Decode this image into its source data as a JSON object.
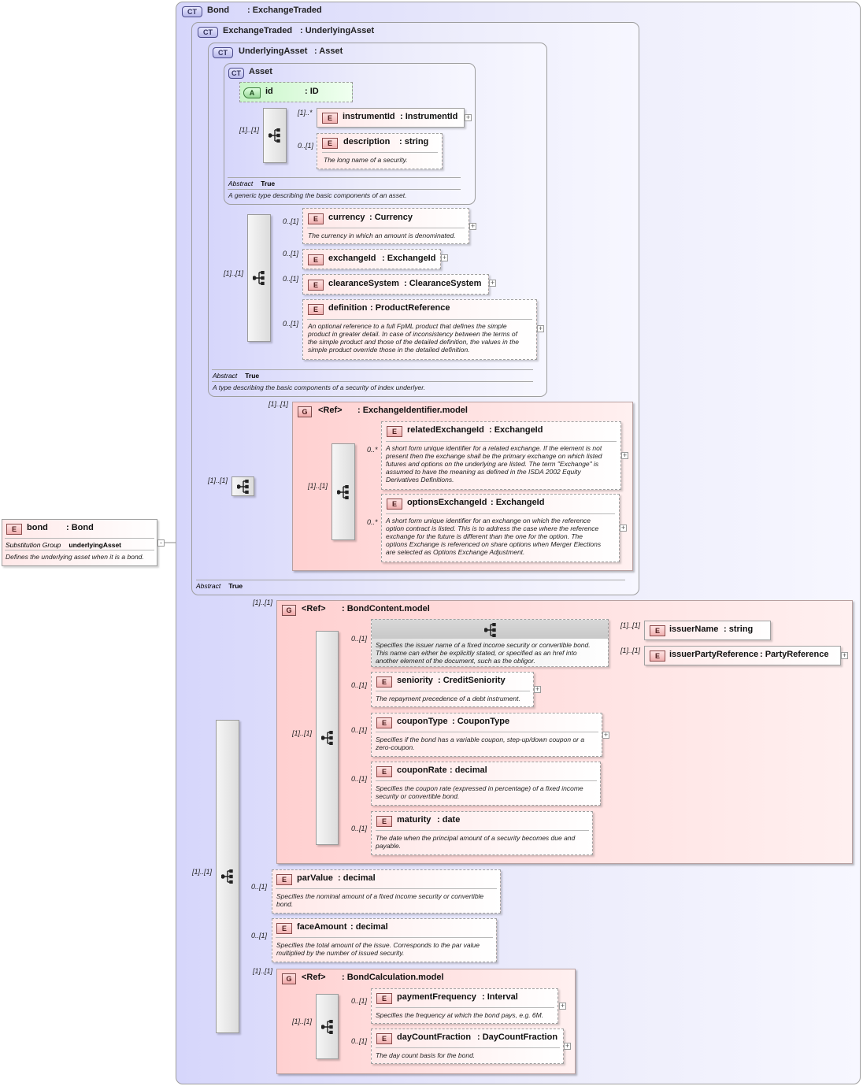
{
  "bond_ct": {
    "badge": "CT",
    "title": "Bond",
    "type": ": ExchangeTraded"
  },
  "exchange_traded_ct": {
    "badge": "CT",
    "title": "ExchangeTraded",
    "type": ": UnderlyingAsset"
  },
  "underlying_asset_ct": {
    "badge": "CT",
    "title": "UnderlyingAsset",
    "type": ": Asset"
  },
  "asset_ct": {
    "badge": "CT",
    "title": "Asset"
  },
  "attr_id": {
    "badge": "A",
    "name": "id",
    "type": ": ID"
  },
  "asset_seq_card": "[1]..[1]",
  "instrument_id": {
    "badge": "E",
    "card": "[1]..*",
    "name": "instrumentId",
    "type": ": InstrumentId"
  },
  "description": {
    "badge": "E",
    "card": "0..[1]",
    "name": "description",
    "type": ": string",
    "doc": "The long name of a security."
  },
  "asset_abstract": {
    "label": "Abstract",
    "value": "True"
  },
  "asset_doc": "A generic type describing the basic components of an asset.",
  "ua_seq_card": "[1]..[1]",
  "currency": {
    "badge": "E",
    "card": "0..[1]",
    "name": "currency",
    "type": ": Currency",
    "doc": "The currency in which an amount is denominated."
  },
  "exchange_id": {
    "badge": "E",
    "card": "0..[1]",
    "name": "exchangeId",
    "type": ": ExchangeId"
  },
  "clearance_system": {
    "badge": "E",
    "card": "0..[1]",
    "name": "clearanceSystem",
    "type": ": ClearanceSystem"
  },
  "definition": {
    "badge": "E",
    "card": "0..[1]",
    "name": "definition",
    "type": ": ProductReference",
    "doc": [
      "An optional reference to a full FpML product that defines the simple",
      "product in greater detail. In case of inconsistency between the terms of",
      "the simple product and those of the detailed definition, the values in the",
      "simple product override those in the detailed definition."
    ]
  },
  "ua_abstract": {
    "label": "Abstract",
    "value": "True"
  },
  "ua_doc": "A type describing the basic components of a security of index underlyer.",
  "et_seq_card": "[1]..[1]",
  "exchange_identifier_group": {
    "badge": "G",
    "card": "[1]..[1]",
    "ref": "<Ref>",
    "name": ": ExchangeIdentifier.model",
    "seq_card": "[1]..[1]"
  },
  "related_exchange_id": {
    "badge": "E",
    "card": "0..*",
    "name": "relatedExchangeId",
    "type": ": ExchangeId",
    "doc": [
      "A short form unique identifier for a related exchange. If the element is not",
      "present then the exchange shall be the primary exchange on which listed",
      "futures and options on the underlying are listed. The term \"Exchange\" is",
      "assumed to have the meaning as defined in the ISDA 2002 Equity",
      "Derivatives Definitions."
    ]
  },
  "options_exchange_id": {
    "badge": "E",
    "card": "0..*",
    "name": "optionsExchangeId",
    "type": ": ExchangeId",
    "doc": [
      "A short form unique identifier for an exchange on which the reference",
      "option contract is listed. This is to address the case where the reference",
      "exchange for the future is different than the one for the option. The",
      "options Exchange is referenced on share options when Merger Elections",
      "are selected as Options Exchange Adjustment."
    ]
  },
  "et_abstract": {
    "label": "Abstract",
    "value": "True"
  },
  "bond_el": {
    "badge": "E",
    "name": "bond",
    "type": ": Bond",
    "subst_label": "Substitution Group",
    "subst_value": "underlyingAsset",
    "doc": "Defines the underlying asset when it is a bond."
  },
  "bond_seq_card": "[1]..[1]",
  "bond_content_group": {
    "badge": "G",
    "card": "[1]..[1]",
    "ref": "<Ref>",
    "name": ": BondContent.model",
    "seq_card": "[1]..[1]"
  },
  "choice_card": "0..[1]",
  "choice_doc": [
    "Specifies the issuer name of a fixed income security or convertible bond.",
    "This name can either be explicitly stated, or specified as an href into",
    "another element of the document, such as the obligor."
  ],
  "issuer_name": {
    "badge": "E",
    "card": "[1]..[1]",
    "name": "issuerName",
    "type": ": string"
  },
  "issuer_party_reference": {
    "badge": "E",
    "card": "[1]..[1]",
    "name": "issuerPartyReference",
    "type": ": PartyReference"
  },
  "seniority": {
    "badge": "E",
    "card": "0..[1]",
    "name": "seniority",
    "type": ": CreditSeniority",
    "doc": "The repayment precedence of a debt instrument."
  },
  "coupon_type": {
    "badge": "E",
    "card": "0..[1]",
    "name": "couponType",
    "type": ": CouponType",
    "doc": [
      "Specifies if the bond has a variable coupon, step-up/down coupon or a",
      "zero-coupon."
    ]
  },
  "coupon_rate": {
    "badge": "E",
    "card": "0..[1]",
    "name": "couponRate",
    "type": ": decimal",
    "doc": [
      "Specifies the coupon rate (expressed in percentage) of a fixed income",
      "security or convertible bond."
    ]
  },
  "maturity": {
    "badge": "E",
    "card": "0..[1]",
    "name": "maturity",
    "type": ": date",
    "doc": [
      "The date when the principal amount of a security becomes due and",
      "payable."
    ]
  },
  "par_value": {
    "badge": "E",
    "card": "0..[1]",
    "name": "parValue",
    "type": ": decimal",
    "doc": [
      "Specifies the nominal amount of a fixed income security or convertible",
      "bond."
    ]
  },
  "face_amount": {
    "badge": "E",
    "card": "0..[1]",
    "name": "faceAmount",
    "type": ": decimal",
    "doc": [
      "Specifies the total amount of the issue. Corresponds to the par value",
      "multiplied by the number of issued security."
    ]
  },
  "bond_calc_group": {
    "badge": "G",
    "card": "[1]..[1]",
    "ref": "<Ref>",
    "name": ": BondCalculation.model",
    "seq_card": "[1]..[1]"
  },
  "payment_frequency": {
    "badge": "E",
    "card": "0..[1]",
    "name": "paymentFrequency",
    "type": ": Interval",
    "doc": "Specifies the frequency at which the bond pays, e.g. 6M."
  },
  "day_count_fraction": {
    "badge": "E",
    "card": "0..[1]",
    "name": "dayCountFraction",
    "type": ": DayCountFraction",
    "doc": "The day count basis for the bond."
  },
  "colors": {
    "ct_bg": "#d6d6fb",
    "group_bg": "#ffd0d0",
    "element_bg": "#ffe8e8",
    "attr_bg": "#c8f5c8"
  }
}
